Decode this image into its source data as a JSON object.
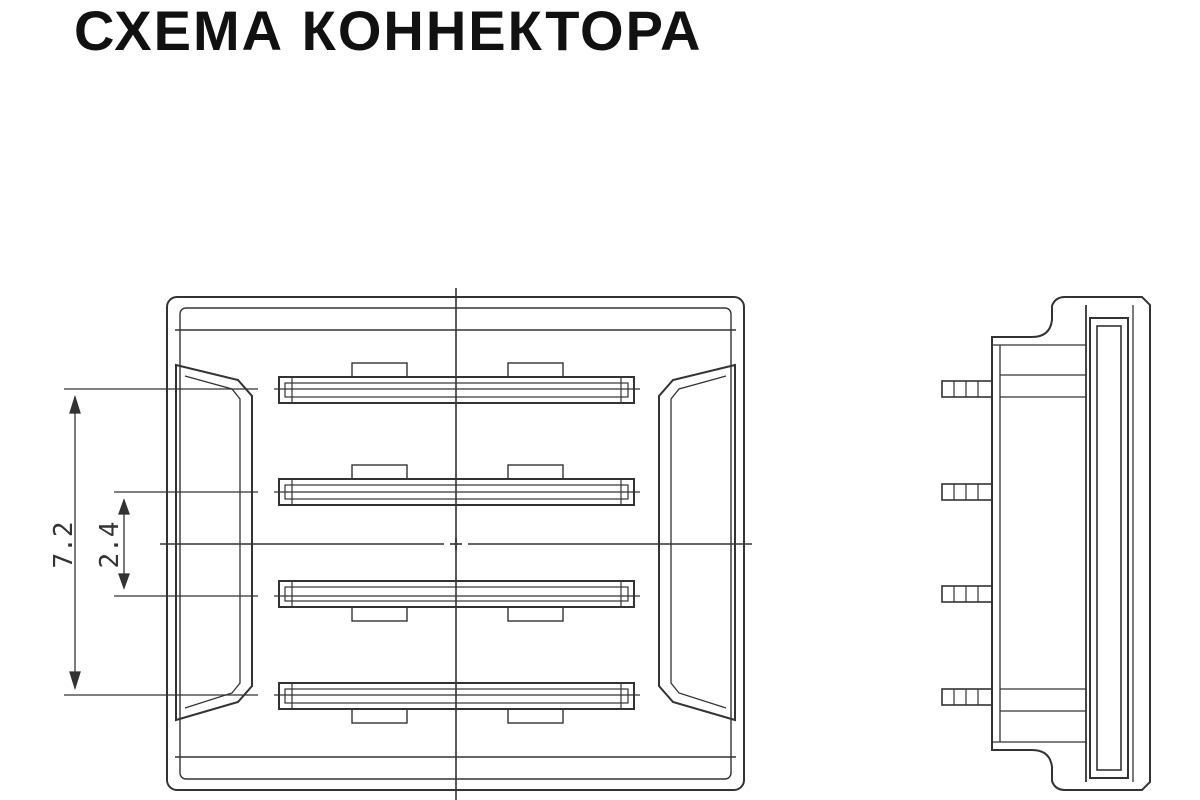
{
  "title": "СХЕМА КОННЕКТОРА",
  "dimensions": {
    "outer_pitch": "7.2",
    "inner_pitch": "2.4"
  },
  "colors": {
    "line": "#333333",
    "title": "#111111",
    "background": "#ffffff"
  }
}
